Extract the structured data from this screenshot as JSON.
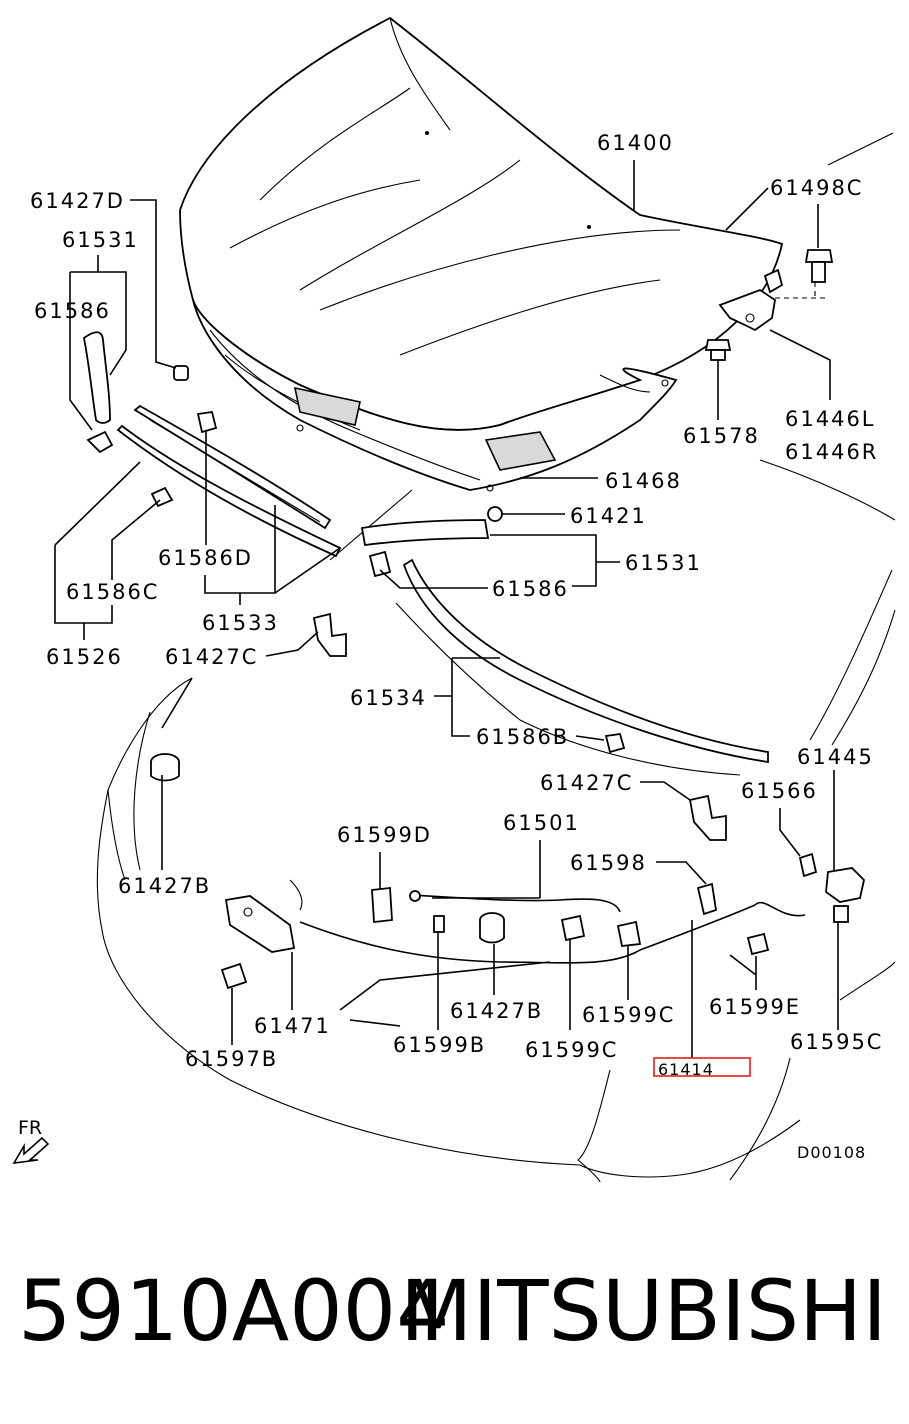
{
  "diagram": {
    "labels": {
      "l61400": "61400",
      "l61498C": "61498C",
      "l61427D": "61427D",
      "l61531a": "61531",
      "l61586a": "61586",
      "l61446L": "61446L",
      "l61446R": "61446R",
      "l61578": "61578",
      "l61468": "61468",
      "l61421": "61421",
      "l61586D": "61586D",
      "l61531b": "61531",
      "l61586C": "61586C",
      "l61586b": "61586",
      "l61533": "61533",
      "l61526": "61526",
      "l61427C_a": "61427C",
      "l61534": "61534",
      "l61586B": "61586B",
      "l61445": "61445",
      "l61427C_b": "61427C",
      "l61566": "61566",
      "l61599D": "61599D",
      "l61501": "61501",
      "l61598": "61598",
      "l61427B_a": "61427B",
      "l61471": "61471",
      "l61427B_b": "61427B",
      "l61599C_a": "61599C",
      "l61599E": "61599E",
      "l61597B": "61597B",
      "l61599B": "61599B",
      "l61599C_b": "61599C",
      "l61414": "61414",
      "l61595C": "61595C",
      "fr": "FR",
      "code": "D00108"
    },
    "highlight_color": "#e02020"
  },
  "footer": {
    "part_number": "5910A004",
    "brand": "MITSUBISHI"
  }
}
